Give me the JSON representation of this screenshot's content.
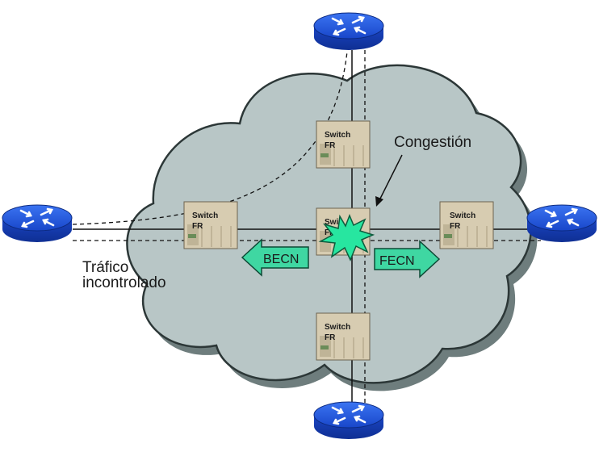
{
  "colors": {
    "cloud_fill": "#b8c6c6",
    "cloud_shadow": "#6e7d7d",
    "router_blue": "#1a4fd8",
    "switch_fill": "#d7ccb1",
    "burst_green": "#27e6a0",
    "notification_arrow": "#3fd7a2"
  },
  "labels": {
    "congestion": "Congestión",
    "uncontrolled_line1": "Tráfico",
    "uncontrolled_line2": "incontrolado",
    "becn": "BECN",
    "fecn": "FECN"
  },
  "switches": {
    "top": {
      "line1": "Switch",
      "line2": "FR"
    },
    "left": {
      "line1": "Switch",
      "line2": "FR"
    },
    "center": {
      "line1": "Swi",
      "line2": "FR"
    },
    "right": {
      "line1": "Switch",
      "line2": "FR"
    },
    "bottom": {
      "line1": "Switch",
      "line2": "FR"
    }
  },
  "routers": [
    "router-top",
    "router-left",
    "router-right",
    "router-bottom"
  ],
  "icons": {
    "router": "router-icon",
    "switch": "frame-relay-switch-icon",
    "congestion": "congestion-burst-icon"
  }
}
